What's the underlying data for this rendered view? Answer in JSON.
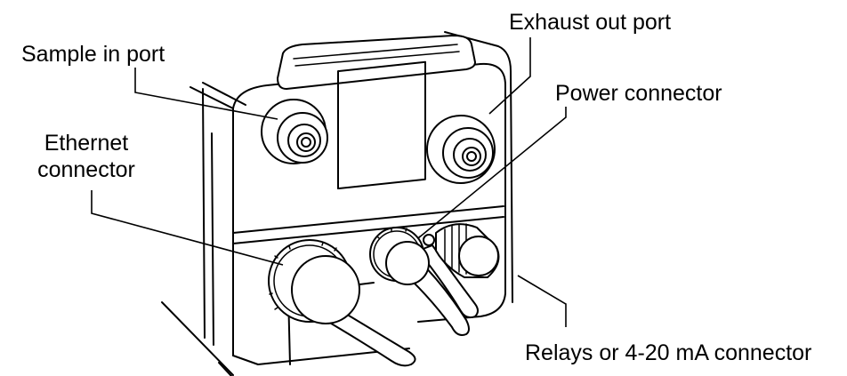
{
  "callouts": {
    "sample_in_port": "Sample in port",
    "exhaust_out_port": "Exhaust out port",
    "power_connector": "Power connector",
    "ethernet_connector_line1": "Ethernet",
    "ethernet_connector_line2": "connector",
    "relays_connector": "Relays or 4-20 mA connector"
  }
}
